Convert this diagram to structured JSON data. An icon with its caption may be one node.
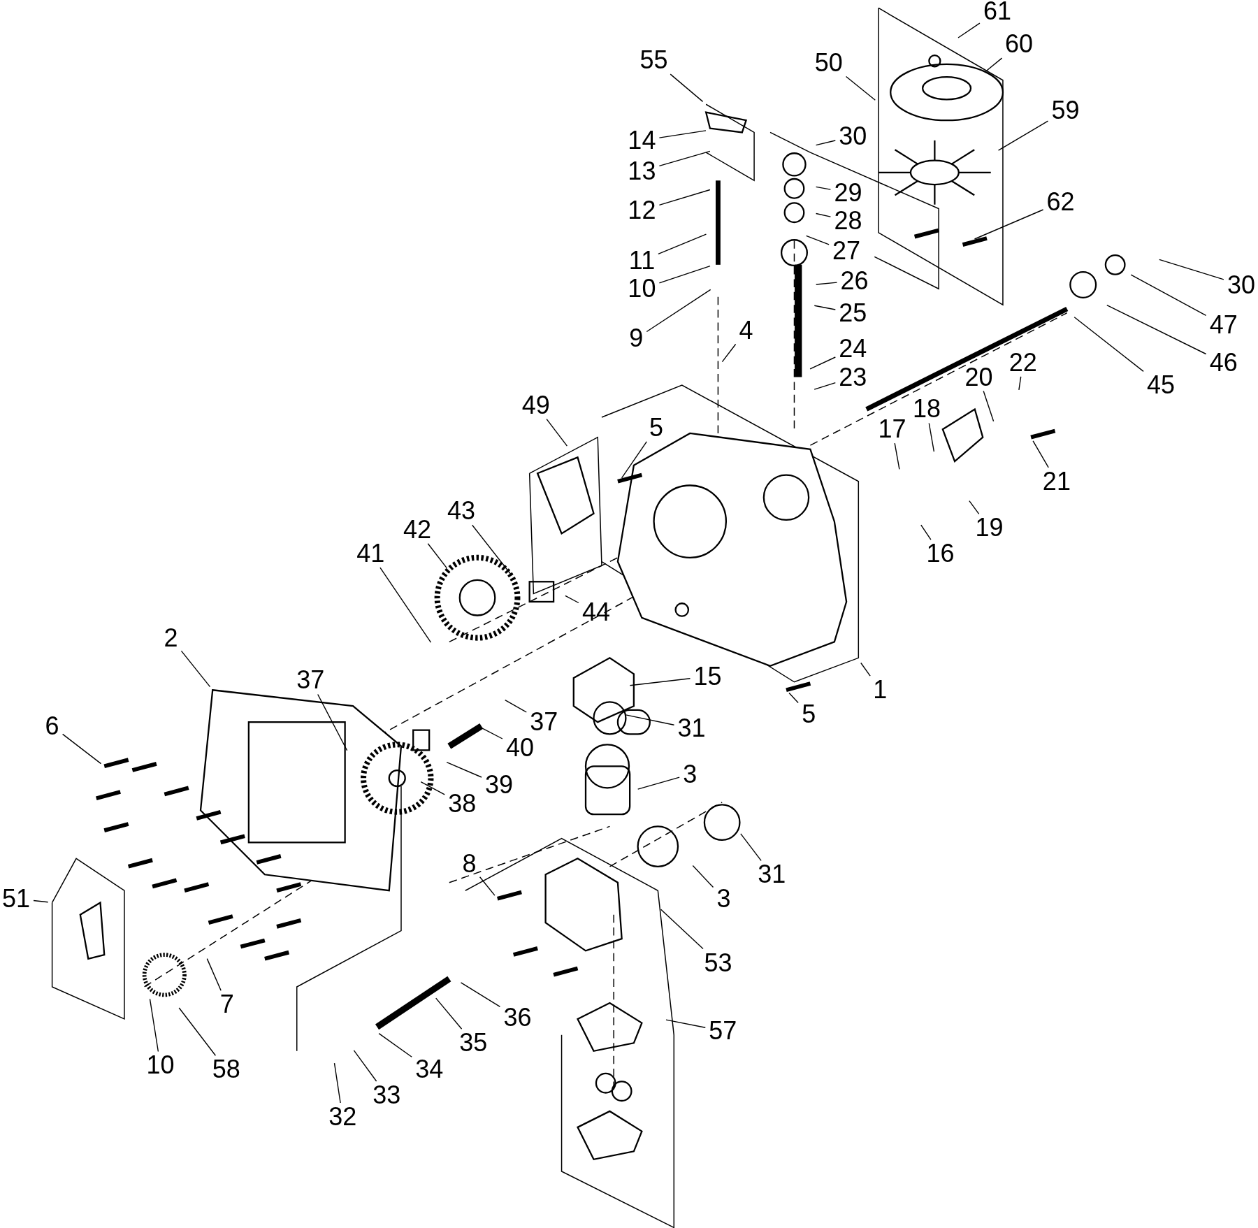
{
  "diagram": {
    "nodes": [
      {
        "text": [
          "61"
        ]
      },
      {
        "text": [
          "60"
        ]
      },
      {
        "text": [
          "50"
        ]
      },
      {
        "text": [
          "55"
        ]
      },
      {
        "text": [
          "30"
        ]
      },
      {
        "text": [
          "59"
        ]
      },
      {
        "text": [
          "14"
        ]
      },
      {
        "text": [
          "13"
        ]
      },
      {
        "text": [
          "29"
        ]
      },
      {
        "text": [
          "12"
        ]
      },
      {
        "text": [
          "28"
        ]
      },
      {
        "text": [
          "62"
        ]
      },
      {
        "text": [
          "27"
        ]
      },
      {
        "text": [
          "11"
        ]
      },
      {
        "text": [
          "26"
        ]
      },
      {
        "text": [
          "10"
        ]
      },
      {
        "text": [
          "25"
        ]
      },
      {
        "text": [
          "9"
        ]
      },
      {
        "text": [
          "4"
        ]
      },
      {
        "text": [
          "24"
        ]
      },
      {
        "text": [
          "23"
        ]
      },
      {
        "text": [
          "30"
        ]
      },
      {
        "text": [
          "47"
        ]
      },
      {
        "text": [
          "46"
        ]
      },
      {
        "text": [
          "45"
        ]
      },
      {
        "text": [
          "49"
        ]
      },
      {
        "text": [
          "5"
        ]
      },
      {
        "text": [
          "22"
        ]
      },
      {
        "text": [
          "20"
        ]
      },
      {
        "text": [
          "18"
        ]
      },
      {
        "text": [
          "17"
        ]
      },
      {
        "text": [
          "21"
        ]
      },
      {
        "text": [
          "19"
        ]
      },
      {
        "text": [
          "16"
        ]
      },
      {
        "text": [
          "43"
        ]
      },
      {
        "text": [
          "42"
        ]
      },
      {
        "text": [
          "41"
        ]
      },
      {
        "text": [
          "44"
        ]
      },
      {
        "text": [
          "2"
        ]
      },
      {
        "text": [
          "15"
        ]
      },
      {
        "text": [
          "1"
        ]
      },
      {
        "text": [
          "5"
        ]
      },
      {
        "text": [
          "37"
        ]
      },
      {
        "text": [
          "37"
        ]
      },
      {
        "text": [
          "31"
        ]
      },
      {
        "text": [
          "40"
        ]
      },
      {
        "text": [
          "6"
        ]
      },
      {
        "text": [
          "39"
        ]
      },
      {
        "text": [
          "3"
        ]
      },
      {
        "text": [
          "38"
        ]
      },
      {
        "text": [
          "31"
        ]
      },
      {
        "text": [
          "3"
        ]
      },
      {
        "text": [
          "8"
        ]
      },
      {
        "text": [
          "51"
        ]
      },
      {
        "text": [
          "53"
        ]
      },
      {
        "text": [
          "7"
        ]
      },
      {
        "text": [
          "36"
        ]
      },
      {
        "text": [
          "57"
        ]
      },
      {
        "text": [
          "35"
        ]
      },
      {
        "text": [
          "10"
        ]
      },
      {
        "text": [
          "58"
        ]
      },
      {
        "text": [
          "34"
        ]
      },
      {
        "text": [
          "33"
        ]
      },
      {
        "text": [
          "32"
        ]
      }
    ],
    "edges": [
      {
        "from": 0,
        "to": null,
        "arrow": "none"
      },
      {
        "from": 1,
        "to": null,
        "arrow": "none"
      },
      {
        "from": 2,
        "to": null,
        "arrow": "none"
      },
      {
        "from": 3,
        "to": null,
        "arrow": "none"
      },
      {
        "from": 4,
        "to": null,
        "arrow": "none"
      },
      {
        "from": 5,
        "to": null,
        "arrow": "none"
      },
      {
        "from": 6,
        "to": null,
        "arrow": "none"
      },
      {
        "from": 7,
        "to": null,
        "arrow": "none"
      },
      {
        "from": 8,
        "to": null,
        "arrow": "none"
      },
      {
        "from": 9,
        "to": null,
        "arrow": "none"
      },
      {
        "from": 10,
        "to": null,
        "arrow": "none"
      },
      {
        "from": 11,
        "to": null,
        "arrow": "none"
      },
      {
        "from": 12,
        "to": null,
        "arrow": "none"
      },
      {
        "from": 13,
        "to": null,
        "arrow": "none"
      },
      {
        "from": 14,
        "to": null,
        "arrow": "none"
      },
      {
        "from": 15,
        "to": null,
        "arrow": "none"
      },
      {
        "from": 16,
        "to": null,
        "arrow": "none"
      },
      {
        "from": 17,
        "to": null,
        "arrow": "none"
      },
      {
        "from": 18,
        "to": null,
        "arrow": "none"
      },
      {
        "from": 19,
        "to": null,
        "arrow": "none"
      },
      {
        "from": 20,
        "to": null,
        "arrow": "none"
      },
      {
        "from": 21,
        "to": null,
        "arrow": "none"
      },
      {
        "from": 22,
        "to": null,
        "arrow": "none"
      },
      {
        "from": 23,
        "to": null,
        "arrow": "none"
      },
      {
        "from": 24,
        "to": null,
        "arrow": "none"
      },
      {
        "from": 25,
        "to": null,
        "arrow": "none"
      },
      {
        "from": 26,
        "to": null,
        "arrow": "none"
      },
      {
        "from": 27,
        "to": null,
        "arrow": "none"
      },
      {
        "from": 28,
        "to": null,
        "arrow": "none"
      },
      {
        "from": 29,
        "to": null,
        "arrow": "none"
      },
      {
        "from": 30,
        "to": null,
        "arrow": "none"
      },
      {
        "from": 31,
        "to": null,
        "arrow": "none"
      },
      {
        "from": 32,
        "to": null,
        "arrow": "none"
      },
      {
        "from": 33,
        "to": null,
        "arrow": "none"
      },
      {
        "from": 34,
        "to": null,
        "arrow": "none"
      },
      {
        "from": 35,
        "to": null,
        "arrow": "none"
      },
      {
        "from": 36,
        "to": null,
        "arrow": "none"
      },
      {
        "from": 37,
        "to": null,
        "arrow": "none"
      },
      {
        "from": 38,
        "to": null,
        "arrow": "none"
      },
      {
        "from": 39,
        "to": null,
        "arrow": "none"
      },
      {
        "from": 40,
        "to": null,
        "arrow": "none"
      },
      {
        "from": 41,
        "to": null,
        "arrow": "none"
      },
      {
        "from": 42,
        "to": null,
        "arrow": "none"
      },
      {
        "from": 43,
        "to": null,
        "arrow": "none"
      },
      {
        "from": 44,
        "to": null,
        "arrow": "none"
      },
      {
        "from": 45,
        "to": null,
        "arrow": "none"
      },
      {
        "from": 46,
        "to": null,
        "arrow": "none"
      },
      {
        "from": 47,
        "to": null,
        "arrow": "none"
      },
      {
        "from": 48,
        "to": null,
        "arrow": "none"
      },
      {
        "from": 49,
        "to": null,
        "arrow": "none"
      },
      {
        "from": 50,
        "to": null,
        "arrow": "none"
      },
      {
        "from": 51,
        "to": null,
        "arrow": "none"
      },
      {
        "from": 52,
        "to": null,
        "arrow": "none"
      },
      {
        "from": 53,
        "to": null,
        "arrow": "none"
      },
      {
        "from": 54,
        "to": null,
        "arrow": "none"
      },
      {
        "from": 55,
        "to": null,
        "arrow": "none"
      },
      {
        "from": 56,
        "to": null,
        "arrow": "none"
      },
      {
        "from": 57,
        "to": null,
        "arrow": "none"
      },
      {
        "from": 58,
        "to": null,
        "arrow": "none"
      },
      {
        "from": 59,
        "to": null,
        "arrow": "none"
      },
      {
        "from": 60,
        "to": null,
        "arrow": "none"
      },
      {
        "from": 61,
        "to": null,
        "arrow": "none"
      },
      {
        "from": 62,
        "to": null,
        "arrow": "none"
      },
      {
        "from": 63,
        "to": null,
        "arrow": "none"
      }
    ]
  }
}
